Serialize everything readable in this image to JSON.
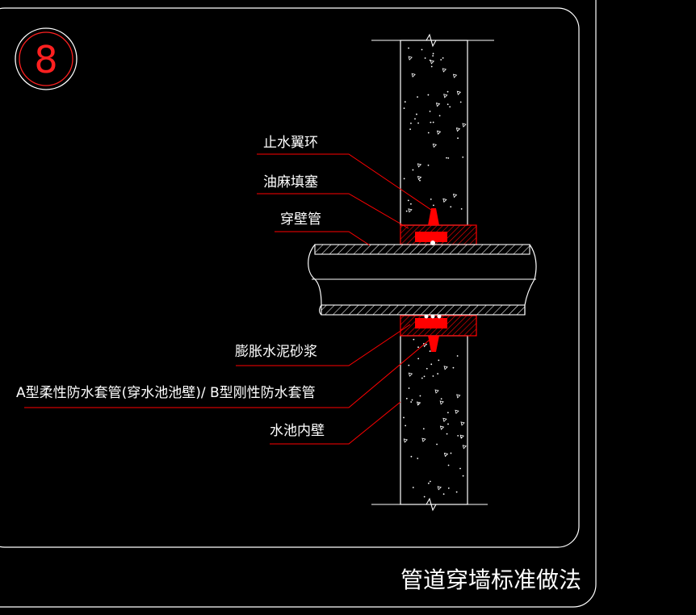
{
  "detail_number": "8",
  "title": "管道穿墙标准做法",
  "labels": {
    "water_stop_ring": "止水翼环",
    "oakum_packing": "油麻填塞",
    "wall_pipe": "穿壁管",
    "expansion_mortar": "膨胀水泥砂浆",
    "sleeve_types": "A型柔性防水套管(穿水池池壁)/ B型刚性防水套管",
    "pool_inner_wall": "水池内壁"
  },
  "colors": {
    "background": "#000000",
    "line": "#ffffff",
    "accent": "#ff0000"
  }
}
